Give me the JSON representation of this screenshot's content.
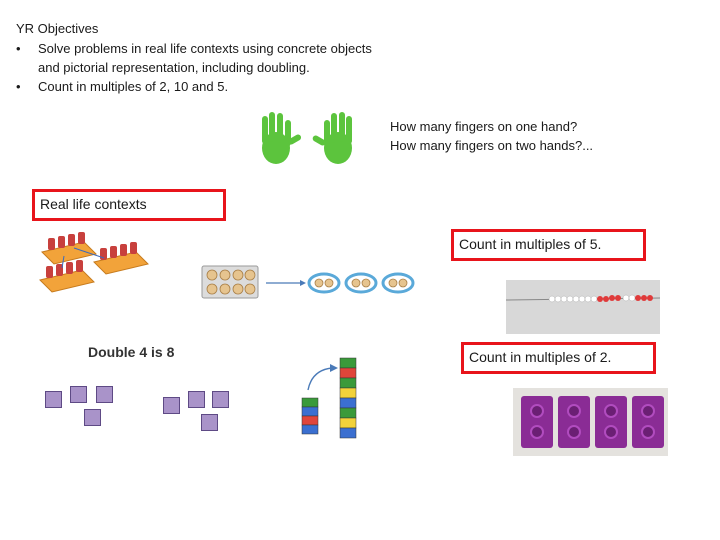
{
  "objectives": {
    "heading": "YR Objectives",
    "bullet_symbol": "•",
    "bullet1_line1": "Solve problems in real life contexts using concrete objects",
    "bullet1_line2": "and pictorial representation, including doubling.",
    "bullet2": "Count in multiples of 2, 10 and 5."
  },
  "fingers": {
    "question1": "How many fingers on one hand?",
    "question2": "How many fingers on two hands?..."
  },
  "boxes": {
    "real_life": "Real life contexts",
    "multiples_5": "Count in multiples of 5.",
    "multiples_2": "Count in multiples of 2."
  },
  "doubling": {
    "label": "Double 4 is 8"
  },
  "colors": {
    "highlight_border": "#e8141b",
    "hand_green": "#5cc43d",
    "tray_orange": "#f2a33a",
    "cube_purple": "#8a2c95"
  }
}
